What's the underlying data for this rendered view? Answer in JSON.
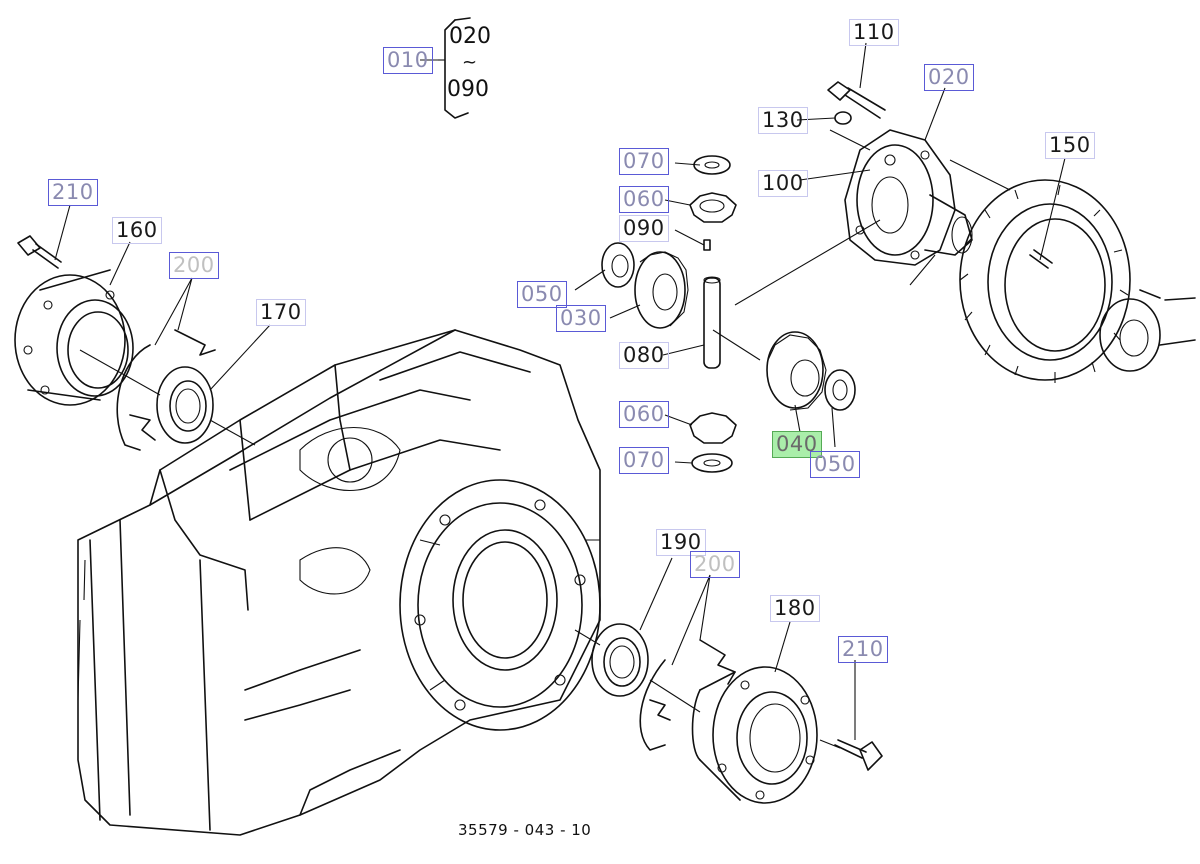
{
  "diagram": {
    "plate_number": "35579 - 043 - 10",
    "group_range": {
      "from": "020",
      "tilde": "~",
      "to": "090"
    },
    "callouts": [
      {
        "id": "c010",
        "label": "010",
        "style": "link",
        "highlighted": false
      },
      {
        "id": "c110",
        "label": "110",
        "style": "plain",
        "highlighted": false
      },
      {
        "id": "c020",
        "label": "020",
        "style": "link",
        "highlighted": false
      },
      {
        "id": "c130",
        "label": "130",
        "style": "plain",
        "highlighted": false
      },
      {
        "id": "c070a",
        "label": "070",
        "style": "link",
        "highlighted": false
      },
      {
        "id": "c100",
        "label": "100",
        "style": "plain",
        "highlighted": false
      },
      {
        "id": "c150",
        "label": "150",
        "style": "plain",
        "highlighted": false
      },
      {
        "id": "c060a",
        "label": "060",
        "style": "link",
        "highlighted": false
      },
      {
        "id": "c090",
        "label": "090",
        "style": "plain",
        "highlighted": false
      },
      {
        "id": "c210a",
        "label": "210",
        "style": "link",
        "highlighted": false
      },
      {
        "id": "c160",
        "label": "160",
        "style": "plain",
        "highlighted": false
      },
      {
        "id": "c200a",
        "label": "200",
        "style": "faded",
        "highlighted": false
      },
      {
        "id": "c050a",
        "label": "050",
        "style": "link",
        "highlighted": false
      },
      {
        "id": "c170",
        "label": "170",
        "style": "plain",
        "highlighted": false
      },
      {
        "id": "c030",
        "label": "030",
        "style": "link",
        "highlighted": false
      },
      {
        "id": "c080",
        "label": "080",
        "style": "plain",
        "highlighted": false
      },
      {
        "id": "c060b",
        "label": "060",
        "style": "link",
        "highlighted": false
      },
      {
        "id": "c040",
        "label": "040",
        "style": "hl",
        "highlighted": true
      },
      {
        "id": "c070b",
        "label": "070",
        "style": "link",
        "highlighted": false
      },
      {
        "id": "c050b",
        "label": "050",
        "style": "link",
        "highlighted": false
      },
      {
        "id": "c190",
        "label": "190",
        "style": "plain",
        "highlighted": false
      },
      {
        "id": "c200b",
        "label": "200",
        "style": "faded",
        "highlighted": false
      },
      {
        "id": "c180",
        "label": "180",
        "style": "plain",
        "highlighted": false
      },
      {
        "id": "c210b",
        "label": "210",
        "style": "link",
        "highlighted": false
      }
    ]
  }
}
